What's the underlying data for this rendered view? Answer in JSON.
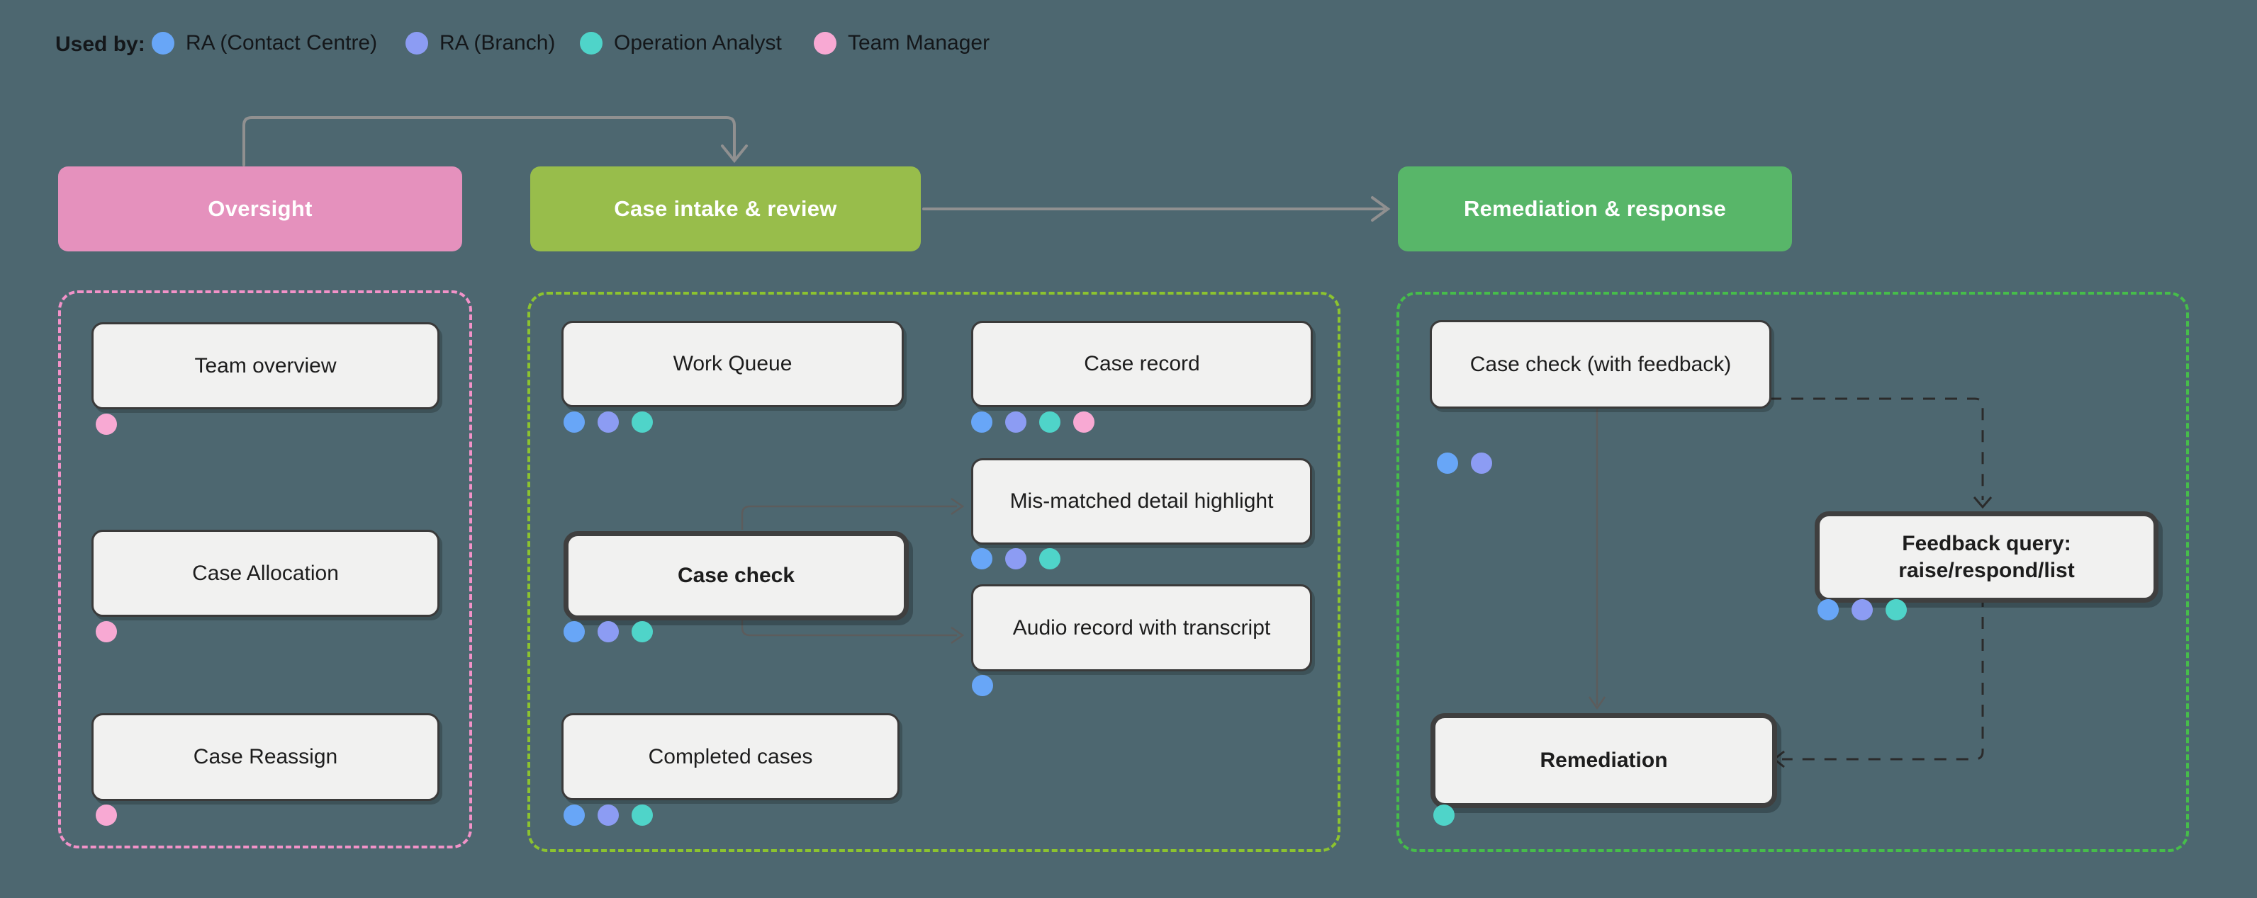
{
  "background_color": "#4d6770",
  "roles": {
    "ra-contact-centre": {
      "label": "RA (Contact Centre)",
      "color": "#68a6f7"
    },
    "ra-branch": {
      "label": "RA (Branch)",
      "color": "#8c9cf3"
    },
    "operation-analyst": {
      "label": "Operation Analyst",
      "color": "#4fd4c9"
    },
    "team-manager": {
      "label": "Team Manager",
      "color": "#f8a9d3"
    }
  },
  "legend": {
    "label": "Used by:",
    "order": [
      "ra-contact-centre",
      "ra-branch",
      "operation-analyst",
      "team-manager"
    ]
  },
  "headers": [
    {
      "id": "oversight",
      "label": "Oversight",
      "color": "#e591bd"
    },
    {
      "id": "case-intake-review",
      "label": "Case intake & review",
      "color": "#98bd4b"
    },
    {
      "id": "remediation-response",
      "label": "Remediation & response",
      "color": "#58b669"
    }
  ],
  "sections": [
    {
      "id": "oversight-group",
      "border_color": "#f292c8"
    },
    {
      "id": "case-intake-review-group",
      "border_color": "#8cc32f"
    },
    {
      "id": "remediation-response-group",
      "border_color": "#46bd4a"
    }
  ],
  "nodes": [
    {
      "id": "team-overview",
      "label": "Team overview",
      "emphasis": false,
      "roles": [
        "team-manager"
      ]
    },
    {
      "id": "case-allocation",
      "label": "Case Allocation",
      "emphasis": false,
      "roles": [
        "team-manager"
      ]
    },
    {
      "id": "case-reassign",
      "label": "Case Reassign",
      "emphasis": false,
      "roles": [
        "team-manager"
      ]
    },
    {
      "id": "work-queue",
      "label": "Work Queue",
      "emphasis": false,
      "roles": [
        "ra-contact-centre",
        "ra-branch",
        "operation-analyst"
      ]
    },
    {
      "id": "case-check",
      "label": "Case check",
      "emphasis": true,
      "roles": [
        "ra-contact-centre",
        "ra-branch",
        "operation-analyst"
      ]
    },
    {
      "id": "completed-cases",
      "label": "Completed cases",
      "emphasis": false,
      "roles": [
        "ra-contact-centre",
        "ra-branch",
        "operation-analyst"
      ]
    },
    {
      "id": "case-record",
      "label": "Case record",
      "emphasis": false,
      "roles": [
        "ra-contact-centre",
        "ra-branch",
        "operation-analyst",
        "team-manager"
      ]
    },
    {
      "id": "mis-matched-detail-highlight",
      "label": "Mis-matched detail highlight",
      "emphasis": false,
      "roles": [
        "ra-contact-centre",
        "ra-branch",
        "operation-analyst"
      ]
    },
    {
      "id": "audio-record-with-transcript",
      "label": "Audio record with transcript",
      "emphasis": false,
      "roles": [
        "ra-contact-centre"
      ]
    },
    {
      "id": "case-check-with-feedback",
      "label": "Case check (with feedback)",
      "emphasis": false,
      "roles": [
        "ra-contact-centre",
        "ra-branch"
      ]
    },
    {
      "id": "feedback-query",
      "label": "Feedback query:\nraise/respond/list",
      "emphasis": true,
      "roles": [
        "ra-contact-centre",
        "ra-branch",
        "operation-analyst"
      ]
    },
    {
      "id": "remediation",
      "label": "Remediation",
      "emphasis": true,
      "roles": [
        "operation-analyst"
      ]
    }
  ],
  "connections": [
    {
      "from": "oversight",
      "to": "case-intake-review",
      "style": "solid",
      "color": "#909090"
    },
    {
      "from": "case-intake-review",
      "to": "remediation-response",
      "style": "solid",
      "color": "#909090"
    },
    {
      "from": "case-check",
      "to": "mis-matched-detail-highlight",
      "style": "solid",
      "color": "#5c5c5c"
    },
    {
      "from": "case-check",
      "to": "audio-record-with-transcript",
      "style": "solid",
      "color": "#5c5c5c"
    },
    {
      "from": "case-check-with-feedback",
      "to": "remediation",
      "style": "solid",
      "color": "#5c5c5c"
    },
    {
      "from": "case-check-with-feedback",
      "to": "feedback-query",
      "style": "dashed",
      "color": "#2b2b2b"
    },
    {
      "from": "feedback-query",
      "to": "remediation",
      "style": "dashed",
      "color": "#2b2b2b"
    }
  ]
}
